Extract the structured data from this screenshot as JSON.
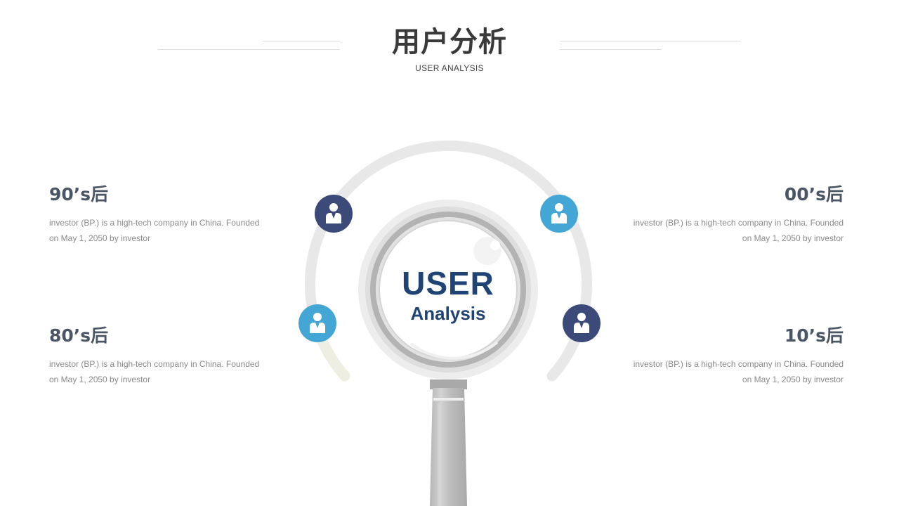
{
  "header": {
    "title": "用户分析",
    "subtitle": "USER ANALYSIS"
  },
  "segments": [
    {
      "heading": "90’s后",
      "line1": "investor (BP.) is a high-tech company in China. Founded",
      "line2": "on May 1, 2050 by investor"
    },
    {
      "heading": "80’s后",
      "line1": "investor (BP.) is a high-tech company in China. Founded",
      "line2": "on May 1, 2050 by investor"
    },
    {
      "heading": "00’s后",
      "line1": "investor (BP.) is a high-tech company in China. Founded",
      "line2": "on May 1, 2050 by investor"
    },
    {
      "heading": "10’s后",
      "line1": "investor (BP.) is a high-tech company in China. Founded",
      "line2": "on May 1, 2050 by investor"
    }
  ],
  "center": {
    "line1": "USER",
    "line2": "Analysis"
  },
  "colors": {
    "navy": "#3c4a7a",
    "sky": "#44a6d4",
    "ring": "#e8e8e8",
    "heading": "#4a5566",
    "center_text": "#1f4375"
  },
  "icons": [
    "user-icon",
    "magnifier-icon"
  ]
}
